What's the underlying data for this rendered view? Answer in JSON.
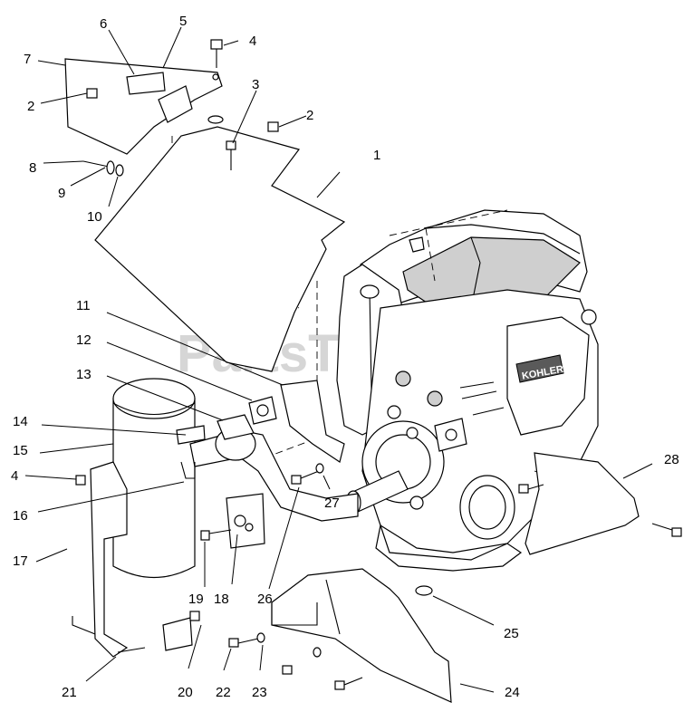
{
  "watermark": {
    "text": "PartsTree",
    "trademark": "™"
  },
  "engine_brand": "KOHLER",
  "callouts": [
    {
      "id": "c1",
      "label": "1"
    },
    {
      "id": "c2a",
      "label": "2"
    },
    {
      "id": "c2b",
      "label": "2"
    },
    {
      "id": "c3",
      "label": "3"
    },
    {
      "id": "c4a",
      "label": "4"
    },
    {
      "id": "c4b",
      "label": "4"
    },
    {
      "id": "c5",
      "label": "5"
    },
    {
      "id": "c6",
      "label": "6"
    },
    {
      "id": "c7",
      "label": "7"
    },
    {
      "id": "c8",
      "label": "8"
    },
    {
      "id": "c9",
      "label": "9"
    },
    {
      "id": "c10",
      "label": "10"
    },
    {
      "id": "c11",
      "label": "11"
    },
    {
      "id": "c12",
      "label": "12"
    },
    {
      "id": "c13",
      "label": "13"
    },
    {
      "id": "c14",
      "label": "14"
    },
    {
      "id": "c15",
      "label": "15"
    },
    {
      "id": "c16",
      "label": "16"
    },
    {
      "id": "c17",
      "label": "17"
    },
    {
      "id": "c18",
      "label": "18"
    },
    {
      "id": "c19",
      "label": "19"
    },
    {
      "id": "c20",
      "label": "20"
    },
    {
      "id": "c21",
      "label": "21"
    },
    {
      "id": "c22",
      "label": "22"
    },
    {
      "id": "c23",
      "label": "23"
    },
    {
      "id": "c24",
      "label": "24"
    },
    {
      "id": "c25",
      "label": "25"
    },
    {
      "id": "c26",
      "label": "26"
    },
    {
      "id": "c27",
      "label": "27"
    },
    {
      "id": "c28",
      "label": "28"
    }
  ]
}
